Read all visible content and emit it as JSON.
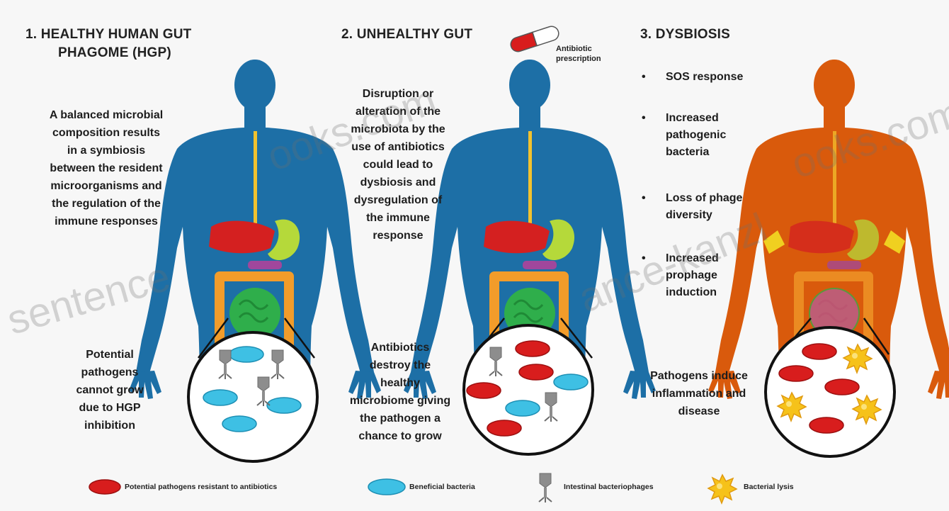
{
  "panels": [
    {
      "heading_line1": "1. HEALTHY HUMAN GUT",
      "heading_line2": "PHAGOME (HGP)",
      "description_lines": [
        "A balanced microbial",
        "composition results",
        "in a symbiosis",
        "between the resident",
        "microorganisms and",
        "the regulation of the",
        "immune responses"
      ],
      "circle_caption_lines": [
        "Potential",
        "pathogens",
        "cannot grow",
        "due to HGP",
        "inhibition"
      ]
    },
    {
      "heading_line1": "2. UNHEALTHY GUT",
      "antibiotic_label_lines": [
        "Antibiotic",
        "prescription"
      ],
      "description_lines": [
        "Disruption or",
        "alteration of the",
        "microbiota by the",
        "use of antibiotics",
        "could lead to",
        "dysbiosis and",
        "dysregulation of",
        "the immune",
        "response"
      ],
      "circle_caption_lines": [
        "Antibiotics",
        "destroy the",
        "healthy",
        "microbiome giving",
        "the pathogen a",
        "chance to grow"
      ]
    },
    {
      "heading_line1": "3. DYSBIOSIS",
      "bullets": [
        [
          "SOS response"
        ],
        [
          "Increased",
          "pathogenic",
          "bacteria"
        ],
        [
          "Loss of phage",
          "diversity"
        ],
        [
          "Increased",
          "prophage",
          "induction"
        ]
      ],
      "circle_caption_lines": [
        "Pathogens induce",
        "inflammation and",
        "disease"
      ]
    }
  ],
  "legend": [
    {
      "icon": "red-pill-bacterium-icon",
      "label": "Potential pathogens resistant to antibiotics"
    },
    {
      "icon": "blue-pill-bacterium-icon",
      "label": "Beneficial bacteria"
    },
    {
      "icon": "bacteriophage-icon",
      "label": "Intestinal bacteriophages"
    },
    {
      "icon": "bacterial-lysis-burst-icon",
      "label": "Bacterial lysis"
    }
  ],
  "watermarks": [
    "sentence",
    "ooks.com",
    "ance-kanzl",
    "ooks.com"
  ],
  "colors": {
    "healthy_body": "#1d6fa6",
    "dysbiosis_body": "#d95a0c",
    "pathogen": "#d81d1d",
    "beneficial": "#3ec0e4",
    "lysis": "#f6c21a"
  }
}
